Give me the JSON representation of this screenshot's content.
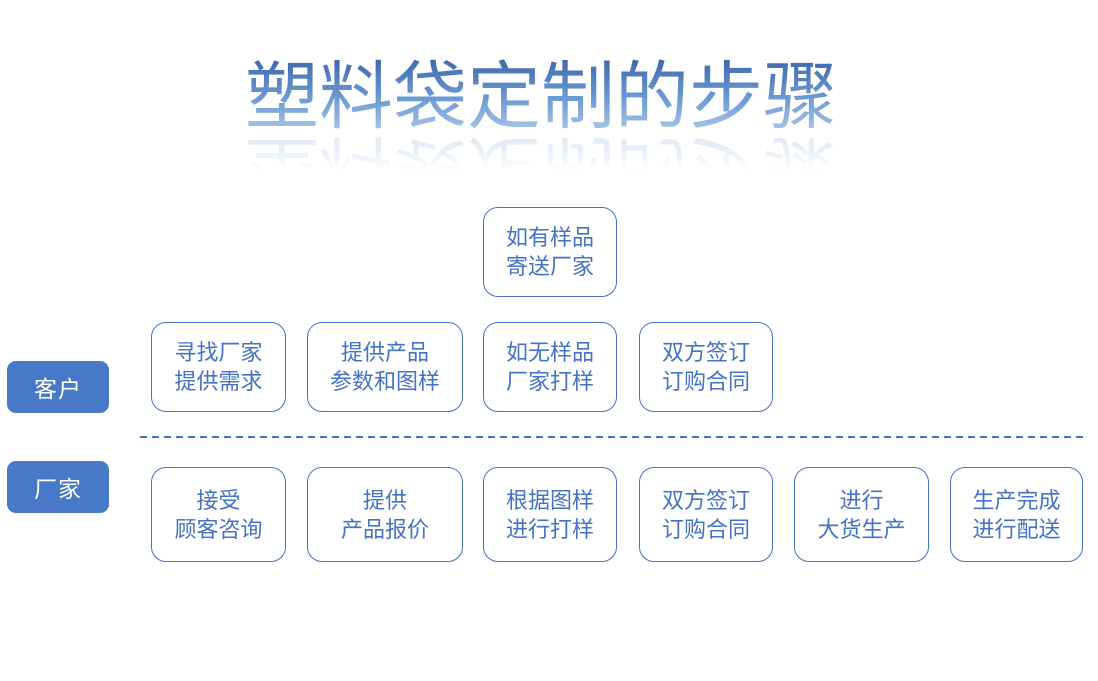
{
  "title": {
    "text": "塑料袋定制的步骤"
  },
  "colors": {
    "accent": "#4472c4",
    "box_text": "#4472c4",
    "label_bg": "#4878c8",
    "title_grad_top": "#3c64aa",
    "title_grad_mid": "#6d9bd3",
    "title_grad_bottom": "#b7cfeb"
  },
  "lanes": [
    {
      "label": "客户"
    },
    {
      "label": "厂家"
    }
  ],
  "sample_box": {
    "line1": "如有样品",
    "line2": "寄送厂家"
  },
  "customer_steps": [
    {
      "line1": "寻找厂家",
      "line2": "提供需求"
    },
    {
      "line1": "提供产品",
      "line2": "参数和图样"
    },
    {
      "line1": "如无样品",
      "line2": "厂家打样"
    },
    {
      "line1": "双方签订",
      "line2": "订购合同"
    }
  ],
  "manufacturer_steps": [
    {
      "line1": "接受",
      "line2": "顾客咨询"
    },
    {
      "line1": "提供",
      "line2": "产品报价"
    },
    {
      "line1": "根据图样",
      "line2": "进行打样"
    },
    {
      "line1": "双方签订",
      "line2": "订购合同"
    },
    {
      "line1": "进行",
      "line2": "大货生产"
    },
    {
      "line1": "生产完成",
      "line2": "进行配送"
    }
  ]
}
